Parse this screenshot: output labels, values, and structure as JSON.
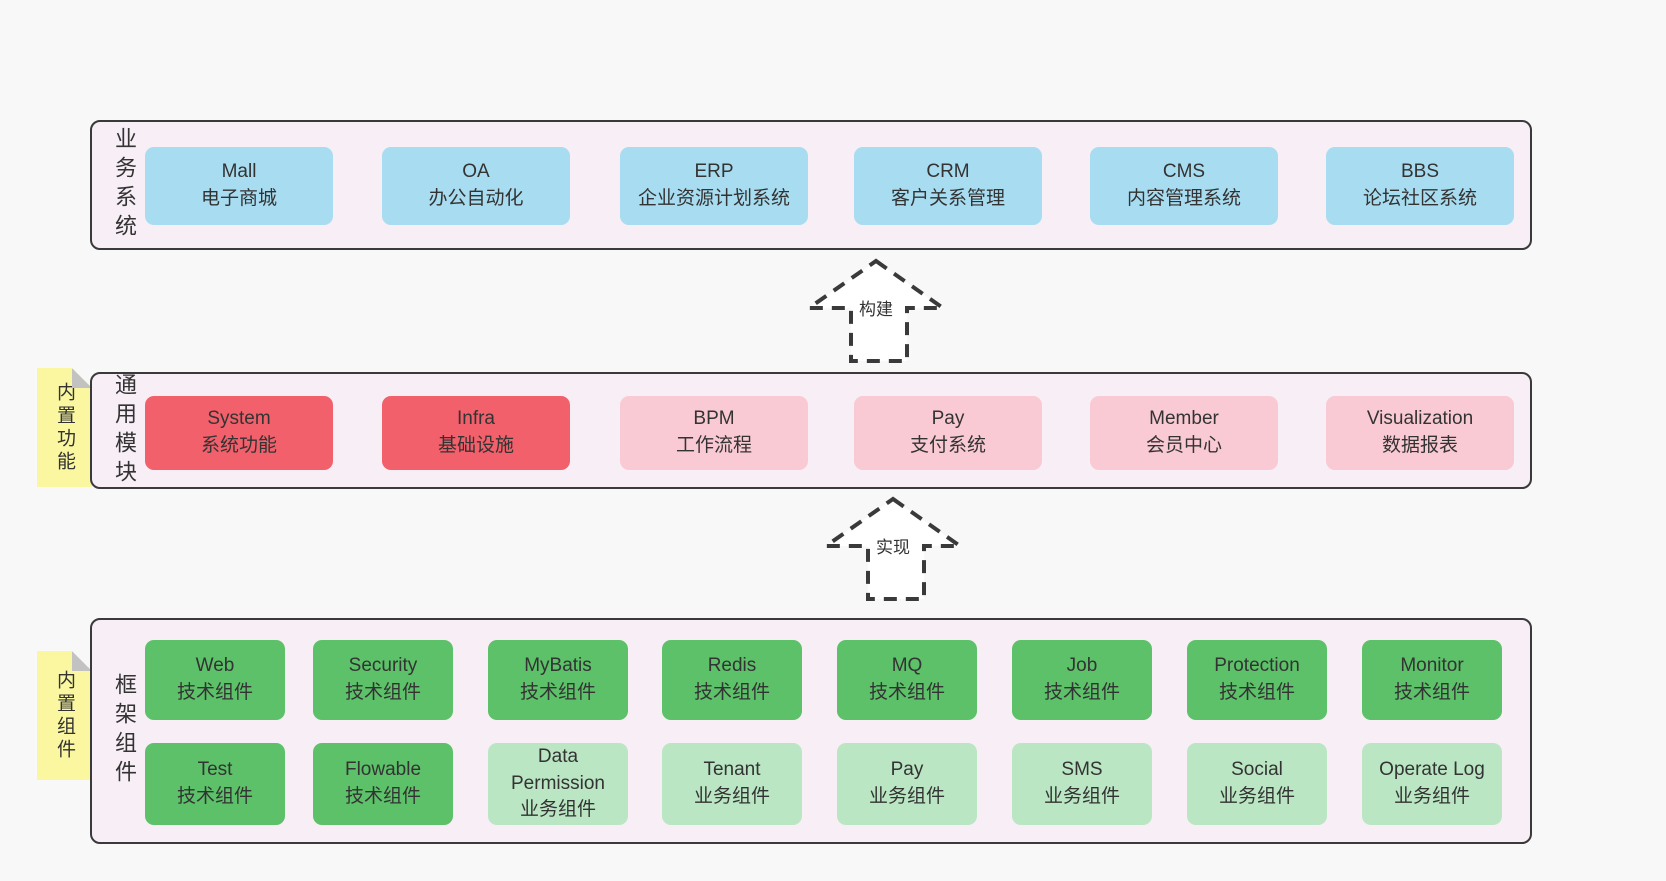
{
  "colors": {
    "page_bg": "#f8f8f8",
    "panel_bg": "#f8eef6",
    "panel_border": "#3a3a3a",
    "blue_box": "#a8dcf0",
    "red_box": "#f2606b",
    "pink_box": "#facad4",
    "green_box": "#5cc168",
    "light_green_box": "#bae6c3",
    "sticky_yellow": "#faf7a0",
    "text": "#333333"
  },
  "stickies": [
    {
      "label": "内置功能"
    },
    {
      "label": "内置组件"
    }
  ],
  "arrows": [
    {
      "label": "构建"
    },
    {
      "label": "实现"
    }
  ],
  "panels": [
    {
      "title": "业务系统",
      "boxes": [
        {
          "name": "Mall",
          "desc": "电子商城"
        },
        {
          "name": "OA",
          "desc": "办公自动化"
        },
        {
          "name": "ERP",
          "desc": "企业资源计划系统"
        },
        {
          "name": "CRM",
          "desc": "客户关系管理"
        },
        {
          "name": "CMS",
          "desc": "内容管理系统"
        },
        {
          "name": "BBS",
          "desc": "论坛社区系统"
        }
      ]
    },
    {
      "title": "通用模块",
      "boxes": [
        {
          "name": "System",
          "desc": "系统功能"
        },
        {
          "name": "Infra",
          "desc": "基础设施"
        },
        {
          "name": "BPM",
          "desc": "工作流程"
        },
        {
          "name": "Pay",
          "desc": "支付系统"
        },
        {
          "name": "Member",
          "desc": "会员中心"
        },
        {
          "name": "Visualization",
          "desc": "数据报表"
        }
      ]
    },
    {
      "title": "框架组件",
      "rows": [
        [
          {
            "name": "Web",
            "desc": "技术组件"
          },
          {
            "name": "Security",
            "desc": "技术组件"
          },
          {
            "name": "MyBatis",
            "desc": "技术组件"
          },
          {
            "name": "Redis",
            "desc": "技术组件"
          },
          {
            "name": "MQ",
            "desc": "技术组件"
          },
          {
            "name": "Job",
            "desc": "技术组件"
          },
          {
            "name": "Protection",
            "desc": "技术组件"
          },
          {
            "name": "Monitor",
            "desc": "技术组件"
          }
        ],
        [
          {
            "name": "Test",
            "desc": "技术组件"
          },
          {
            "name": "Flowable",
            "desc": "技术组件"
          },
          {
            "name": "Data Permission",
            "desc": "业务组件"
          },
          {
            "name": "Tenant",
            "desc": "业务组件"
          },
          {
            "name": "Pay",
            "desc": "业务组件"
          },
          {
            "name": "SMS",
            "desc": "业务组件"
          },
          {
            "name": "Social",
            "desc": "业务组件"
          },
          {
            "name": "Operate Log",
            "desc": "业务组件"
          }
        ]
      ]
    }
  ]
}
